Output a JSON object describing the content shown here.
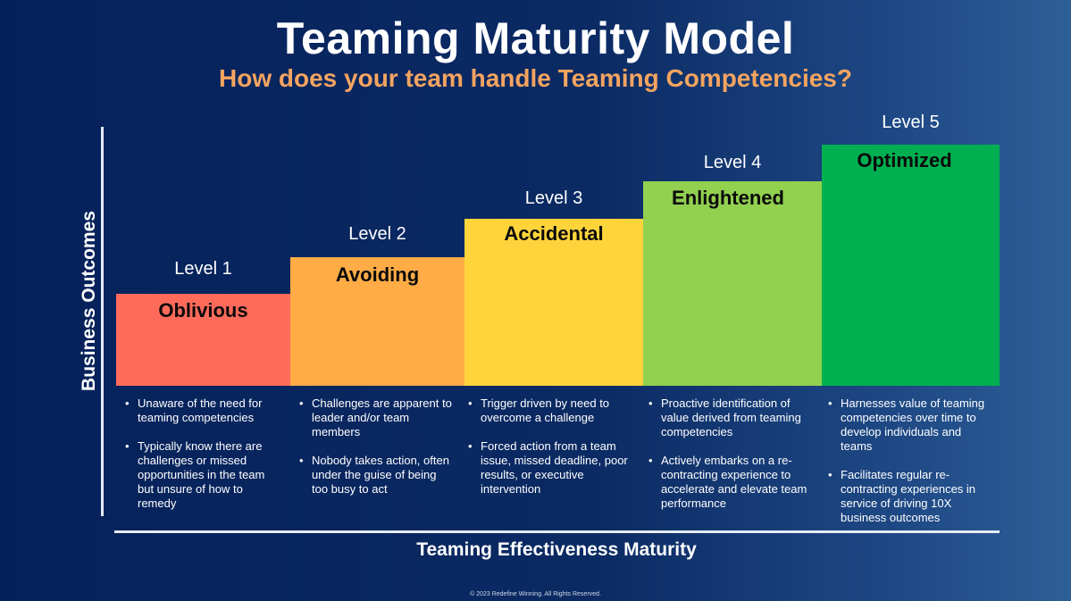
{
  "title": "Teaming Maturity Model",
  "subtitle": "How does your team handle Teaming Competencies?",
  "y_axis_label": "Business Outcomes",
  "x_axis_label": "Teaming Effectiveness Maturity",
  "footer": "© 2023 Redefine Winning. All Rights Reserved.",
  "levels": [
    {
      "level_label": "Level 1",
      "name": "Oblivious",
      "color": "#ff6b5b",
      "bullets": [
        "Unaware of the need for teaming competencies",
        "Typically know there are challenges or missed opportunities in the team but unsure of how to remedy"
      ]
    },
    {
      "level_label": "Level 2",
      "name": "Avoiding",
      "color": "#ffac47",
      "bullets": [
        "Challenges are apparent to leader and/or team members",
        "Nobody takes action, often under the guise of being too busy to act"
      ]
    },
    {
      "level_label": "Level 3",
      "name": "Accidental",
      "color": "#ffd43b",
      "bullets": [
        "Trigger driven by need to overcome a challenge",
        "Forced action from a team issue, missed deadline, poor results, or executive intervention"
      ]
    },
    {
      "level_label": "Level 4",
      "name": "Enlightened",
      "color": "#92d050",
      "bullets": [
        "Proactive identification of value derived from teaming competencies",
        "Actively embarks on a re-contracting experience to accelerate and elevate team performance"
      ]
    },
    {
      "level_label": "Level 5",
      "name": "Optimized",
      "color": "#00b050",
      "bullets": [
        "Harnesses value of teaming competencies over time to develop individuals and teams",
        "Facilitates regular re-contracting experiences in service of driving 10X business outcomes"
      ]
    }
  ]
}
